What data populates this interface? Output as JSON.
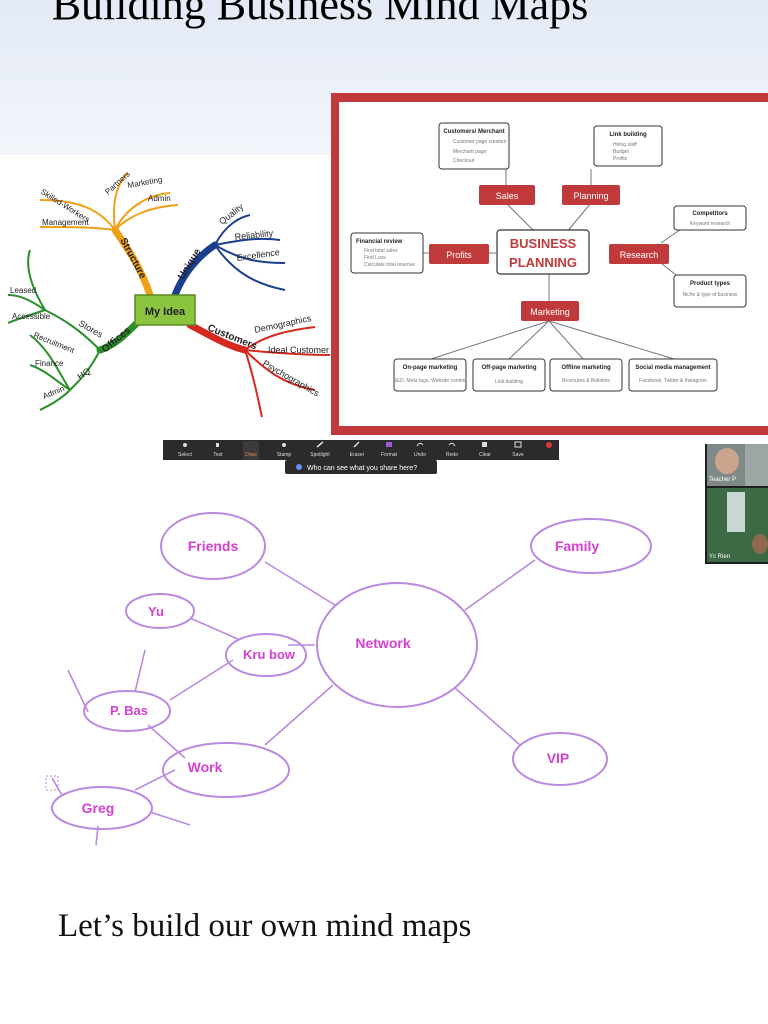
{
  "slide": {
    "title": "Building Business Mind Maps",
    "closing_text": "Let’s build our own mind maps"
  },
  "colors": {
    "accent_red": "#c0393b",
    "node_pink": "#d63fd0",
    "node_outline": "#b98ae0",
    "toolbar_bg": "#2b2b2b"
  },
  "idea_map": {
    "center": "My Idea",
    "branches": {
      "structure": {
        "label": "Structure",
        "leaves": [
          "Partners",
          "Skilled-Workers",
          "Marketing",
          "Admin",
          "Management"
        ]
      },
      "unique": {
        "label": "Unique",
        "leaves": [
          "Quality",
          "Reliability",
          "Excellence"
        ]
      },
      "customers": {
        "label": "Customers",
        "leaves": [
          "Demographics",
          "Ideal Customer",
          "Psychographics"
        ]
      },
      "offices": {
        "label": "Offices",
        "leaves": [
          "Stores",
          "HQ",
          "Leased",
          "Accessible",
          "Recruitment",
          "Finance",
          "Admin"
        ]
      }
    }
  },
  "business_planning": {
    "center": "BUSINESS\nPLANNING",
    "nodes": {
      "sales": "Sales",
      "planning": "Planning",
      "profits": "Profits",
      "research": "Research",
      "marketing": "Marketing"
    },
    "boxes": {
      "customers_merchant": {
        "title": "Customers/ Merchant",
        "items": [
          "Customer page creation",
          "Merchant page",
          "Checkout"
        ]
      },
      "link_building": {
        "title": "Link building",
        "items": [
          "Hiring staff",
          "Budget",
          "Profits"
        ]
      },
      "financial_review": {
        "title": "Financial review",
        "items": [
          "Find total sales",
          "Find Loss",
          "Calculate total revenue"
        ]
      },
      "competitors": {
        "title": "Competitors",
        "text": "Keyword research"
      },
      "product_types": {
        "title": "Product types",
        "text": "Niche & type of business"
      },
      "onpage": {
        "title": "On-page marketing",
        "text": "SEO, Meta tags, Website content"
      },
      "offpage": {
        "title": "Off-page marketing",
        "text": "Link building"
      },
      "offline": {
        "title": "Offline marketing",
        "text": "Brochures & Bulletins"
      },
      "social": {
        "title": "Social media management",
        "text": "Facebook, Twitter & Instagram"
      }
    }
  },
  "toolbar": {
    "items": [
      {
        "label": "Select",
        "icon": "cursor-icon"
      },
      {
        "label": "Text",
        "icon": "text-icon"
      },
      {
        "label": "Draw",
        "icon": "pen-icon"
      },
      {
        "label": "Stamp",
        "icon": "stamp-icon"
      },
      {
        "label": "Spotlight",
        "icon": "spotlight-icon"
      },
      {
        "label": "Eraser",
        "icon": "eraser-icon"
      },
      {
        "label": "Format",
        "icon": "format-icon"
      },
      {
        "label": "Undo",
        "icon": "undo-icon"
      },
      {
        "label": "Redo",
        "icon": "redo-icon"
      },
      {
        "label": "Clear",
        "icon": "trash-icon"
      },
      {
        "label": "Save",
        "icon": "save-icon"
      }
    ],
    "share_notice": "Who can see what you share here?"
  },
  "participants": [
    {
      "name": "Teacher P"
    },
    {
      "name": "Yc Rien"
    }
  ],
  "network_map": {
    "nodes": {
      "network": "Network",
      "friends": "Friends",
      "family": "Family",
      "yu": "Yu",
      "kru_bow": "Kru bow",
      "p_bas": "P. Bas",
      "work": "Work",
      "greg": "Greg",
      "vip": "VIP"
    }
  }
}
